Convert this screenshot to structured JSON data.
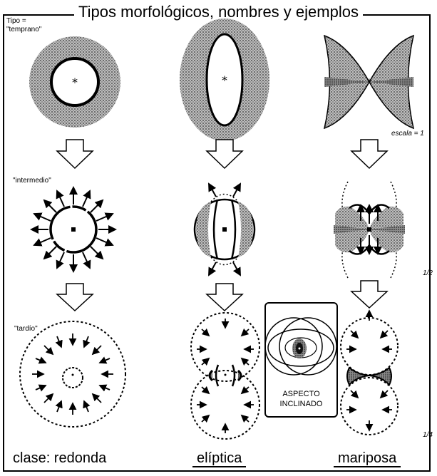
{
  "title": "Tipos morfológicos, nombres y ejemplos",
  "labels": {
    "tipo_line1": "Tipo =",
    "tipo_line2": "\"temprano\"",
    "intermedio": "\"intermedio\"",
    "tardio": "\"tardío\""
  },
  "scales": {
    "s1": "escala = 1",
    "s2": "1/2",
    "s3": "1/4"
  },
  "inclined": {
    "line1": "ASPECTO",
    "line2": "INCLINADO"
  },
  "classes": {
    "redonda": "clase: redonda",
    "eliptica": "elíptica",
    "mariposa": "mariposa"
  },
  "colors": {
    "ink": "#000000",
    "shade": "#8a8a8a",
    "background": "#ffffff"
  }
}
